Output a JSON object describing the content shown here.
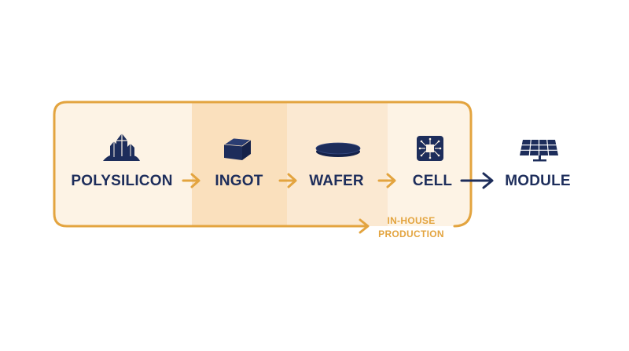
{
  "stages": [
    {
      "label": "POLYSILICON",
      "icon": "crystals-icon"
    },
    {
      "label": "INGOT",
      "icon": "ingot-block-icon"
    },
    {
      "label": "WAFER",
      "icon": "wafer-disc-icon"
    },
    {
      "label": "CELL",
      "icon": "cell-chip-icon"
    },
    {
      "label": "MODULE",
      "icon": "solar-panel-icon"
    }
  ],
  "in_house": {
    "line1": "IN-HOUSE",
    "line2": "PRODUCTION"
  },
  "colors": {
    "navy": "#1d2d5b",
    "orange": "#e3a43f",
    "panel_light": "#fdf3e5",
    "panel_mid": "#fae0bd",
    "panel_soft": "#fbe9d2"
  }
}
